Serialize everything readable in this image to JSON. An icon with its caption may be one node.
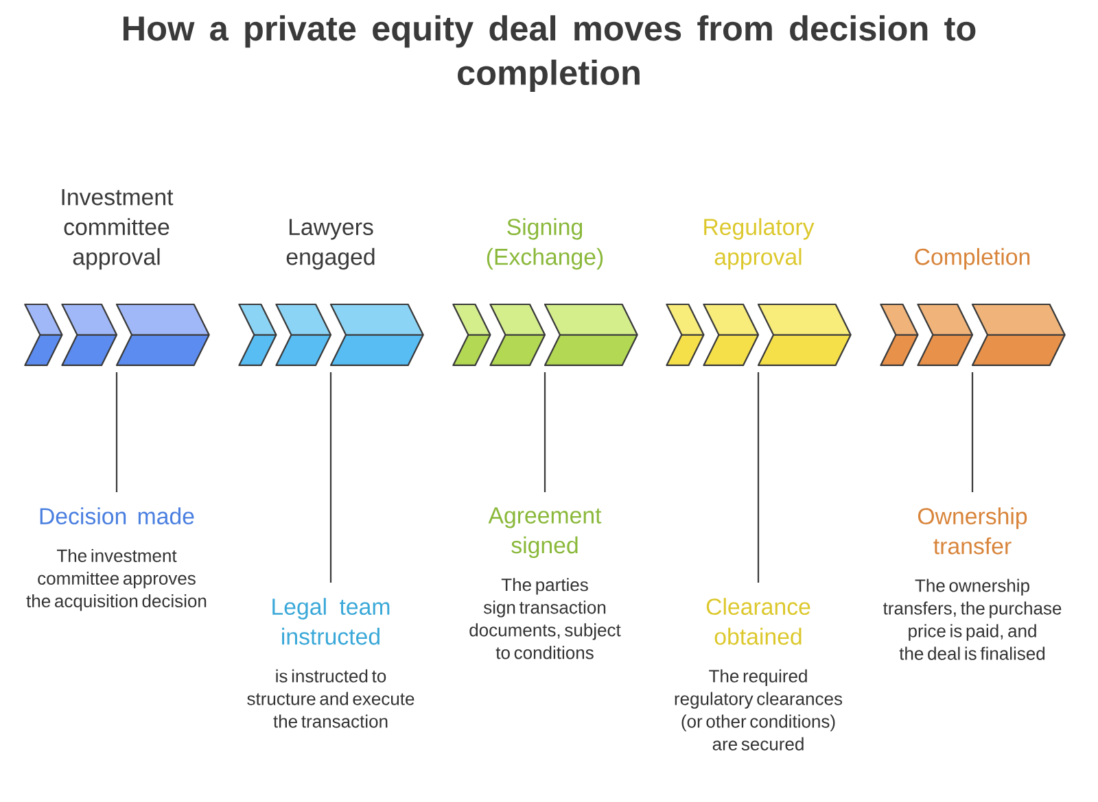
{
  "diagram": {
    "title": "How a private equity deal moves from decision to completion",
    "nodes": [
      {
        "text": [
          "Investment committee approval"
        ]
      },
      {
        "text": [
          "Lawyers engaged"
        ]
      },
      {
        "text": [
          "Signing (Exchange)"
        ]
      },
      {
        "text": [
          "Regulatory approval"
        ]
      },
      {
        "text": [
          "Completion"
        ]
      },
      {
        "text": [
          "Decision made",
          "The investment committee approves the acquisition decision"
        ]
      },
      {
        "text": [
          "Legal team instructed",
          "is instructed to structure and execute the transaction"
        ]
      },
      {
        "text": [
          "Agreement signed",
          "The parties sign transaction documents, subject to conditions"
        ]
      },
      {
        "text": [
          "Clearance obtained",
          "The required regulatory clearances (or other conditions) are secured"
        ]
      },
      {
        "text": [
          "Ownership transfer",
          "The ownership transfers, the purchase price is paid, and the deal is finalised"
        ]
      }
    ],
    "edges": [
      {
        "from": 0,
        "to": 5,
        "arrow": "none"
      },
      {
        "from": 1,
        "to": 6,
        "arrow": "none"
      },
      {
        "from": 2,
        "to": 7,
        "arrow": "none"
      },
      {
        "from": 3,
        "to": 8,
        "arrow": "none"
      },
      {
        "from": 4,
        "to": 9,
        "arrow": "none"
      }
    ]
  }
}
